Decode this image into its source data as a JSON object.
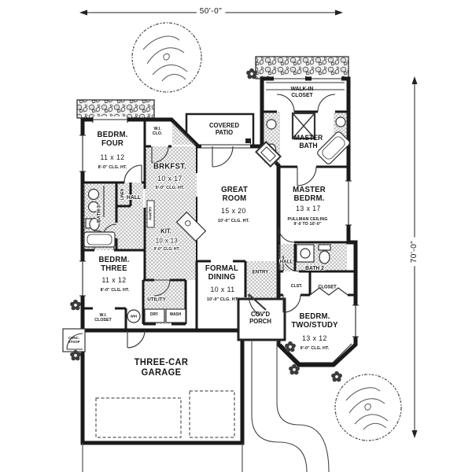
{
  "plan": {
    "overall_width": "50'-0\"",
    "overall_depth": "70'-0\"",
    "rooms": {
      "bedrm_four": {
        "name": "BEDRM.\nFOUR",
        "size": "11 x 12",
        "note": "8'-0\" CLG. HT."
      },
      "bedrm_three": {
        "name": "BEDRM.\nTHREE",
        "size": "11 x 12",
        "note": "8'-0\" CLG. HT."
      },
      "brkfst": {
        "name": "BRKFST.",
        "size": "10 x 17",
        "note": "9'-0\" CLG. HT."
      },
      "kit": {
        "name": "KIT.",
        "size": "10 x 13",
        "note": "9'-0\" CLG. HT."
      },
      "great_room": {
        "name": "GREAT\nROOM",
        "size": "15 x 20",
        "note": "10'-0\" CLG. HT."
      },
      "formal_dining": {
        "name": "FORMAL\nDINING",
        "size": "10 x 11",
        "note": "10'-0\" CLG. HT."
      },
      "master_bedrm": {
        "name": "MASTER\nBEDRM.",
        "size": "13 x 17",
        "note": "PULLMAN CEILING\n9'-0 TO 10'-0\""
      },
      "bedrm_two": {
        "name": "BEDRM.\nTWO/STUDY",
        "size": "13 x 12",
        "note": "9'-0\" CLG. HT."
      },
      "garage": {
        "name": "THREE-CAR\nGARAGE"
      }
    },
    "labels": {
      "covered_patio": "COVERED\nPATIO",
      "covd_porch": "COV'D\nPORCH",
      "master_bath": "MASTER\nBATH",
      "walkin_closet": "WALK-IN\nCLOSET",
      "wi_clo": "W.I.\nCLO.",
      "wi_closet": "W.I.\nCLOSET",
      "bath2": "BATH 2",
      "bath3": "BATH 3",
      "hall_left": "HALL",
      "hall_right": "HALL",
      "linen": "LINEN",
      "pantry": "PANTRY",
      "entry": "ENTRY",
      "utility": "UTILITY",
      "clst": "CLST.",
      "closet": "CLOSET",
      "dry": "DRY",
      "wash": "WASH",
      "wh": "W/H",
      "conc_stoop": "CONC.\nSTOOP"
    }
  }
}
